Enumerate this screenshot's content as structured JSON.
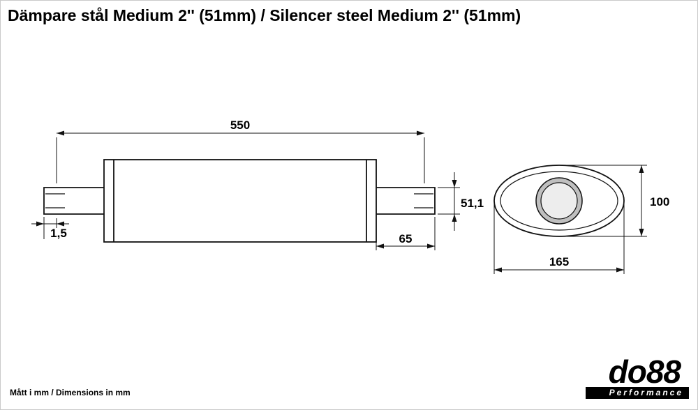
{
  "title": "Dämpare stål Medium 2'' (51mm) / Silencer steel Medium 2'' (51mm)",
  "dimensions": {
    "body_length": "550",
    "pipe_diameter": "51,1",
    "wall_thickness": "1,5",
    "stub_length": "65",
    "oval_height": "100",
    "oval_width": "165"
  },
  "footer_note": "Mått i mm / Dimensions in mm",
  "logo": {
    "brand": "do88",
    "tagline": "Performance"
  },
  "colors": {
    "line": "#111111",
    "pipe_ring_grey": "#bfbfbf",
    "pipe_bore_grey": "#ededed",
    "logo_background": "#000000"
  }
}
